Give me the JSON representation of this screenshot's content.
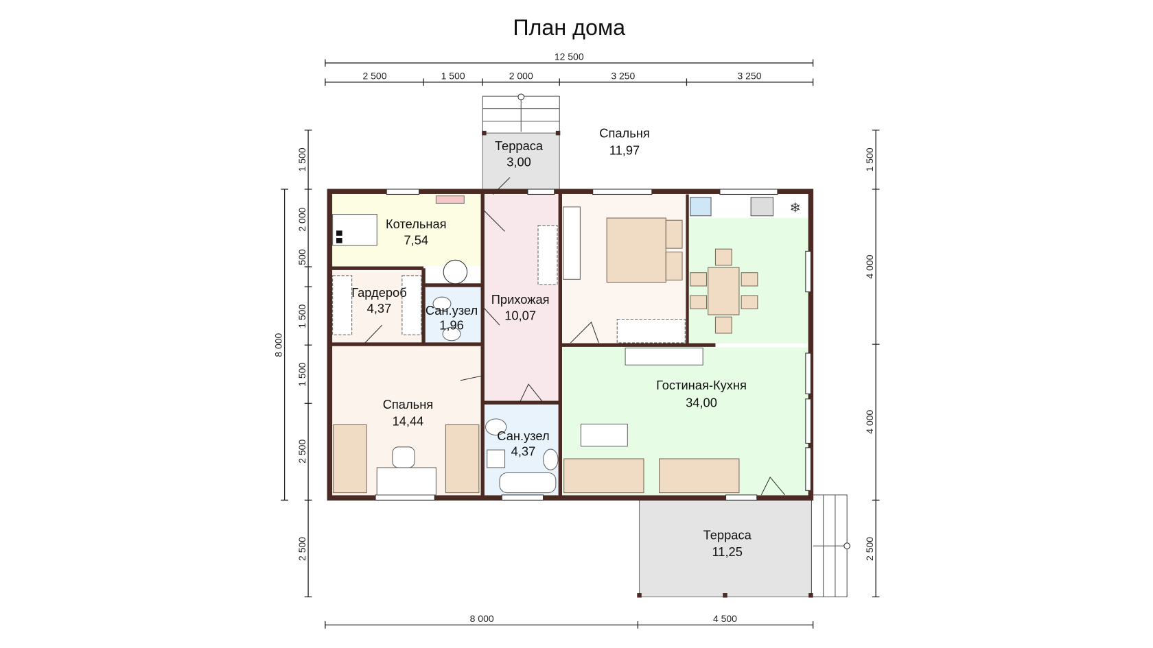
{
  "title": "План дома",
  "dimensions": {
    "top_total": "12 500",
    "top_segments": [
      "2 500",
      "1 500",
      "2 000",
      "3 250",
      "3 250"
    ],
    "left_total": "8 000",
    "left_segments": [
      "1 500",
      "2 000",
      "500",
      "1 500",
      "1 500",
      "2 500",
      "2 500"
    ],
    "right_segments": [
      "1 500",
      "4 000",
      "4 000",
      "2 500"
    ],
    "bottom_segments": [
      "8 000",
      "4 500"
    ]
  },
  "rooms": {
    "terrace_top": {
      "name": "Терраса",
      "area": "3,00"
    },
    "bedroom_top": {
      "name": "Спальня",
      "area": "11,97"
    },
    "boiler": {
      "name": "Котельная",
      "area": "7,54"
    },
    "wardrobe": {
      "name": "Гардероб",
      "area": "4,37"
    },
    "bath_small": {
      "name": "Сан.узел",
      "area": "1,96"
    },
    "hall": {
      "name": "Прихожая",
      "area": "10,07"
    },
    "bedroom_left": {
      "name": "Спальня",
      "area": "14,44"
    },
    "bath_large": {
      "name": "Сан.узел",
      "area": "4,37"
    },
    "living_kitchen": {
      "name": "Гостиная-Кухня",
      "area": "34,00"
    },
    "terrace_bottom": {
      "name": "Терраса",
      "area": "11,25"
    }
  },
  "colors": {
    "wall": "#4a2a22",
    "boiler": "#fdfde4",
    "wardrobe": "#fbf3ec",
    "bath": "#e9f3fc",
    "hall": "#f8e8ec",
    "bedroom": "#fbf3ec",
    "living": "#e6fce4",
    "terrace": "#e4e4e4"
  }
}
